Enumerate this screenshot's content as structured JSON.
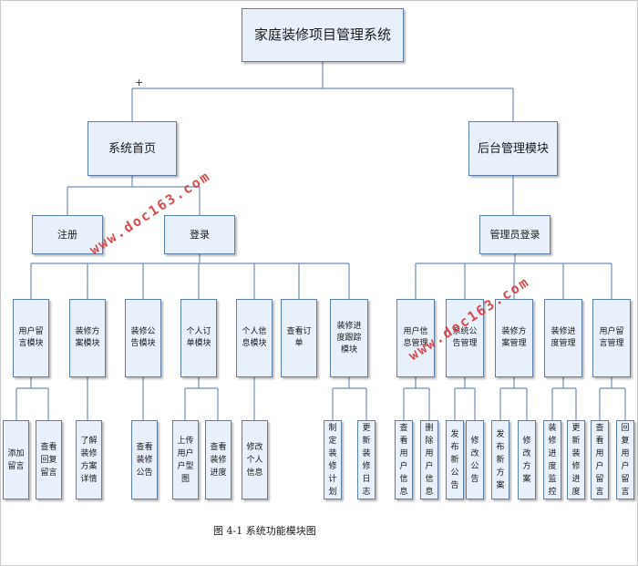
{
  "title": "家庭装修项目管理系统",
  "caption": "图 4-1  系统功能模块图",
  "watermark": "www.doc163.com",
  "marker": "+",
  "nodes": {
    "root": "家庭装修项目管理系统",
    "home": "系统首页",
    "backend": "后台管理模块",
    "register": "注册",
    "login": "登录",
    "admin_login": "管理员登录",
    "user_message": "用户留言模块",
    "design_plan": "装修方案模块",
    "decor_notice": "装修公告模块",
    "personal_order": "个人订单模块",
    "personal_info": "个人信息模块",
    "view_order": "查看订单",
    "progress_track": "装修进度跟踪模块",
    "user_info_mgmt": "用户信息管理",
    "sys_notice_mgmt": "系统公告管理",
    "design_plan_mgmt": "装修方案管理",
    "progress_mgmt": "装修进度管理",
    "user_message_mgmt": "用户留言管理",
    "add_message": "添加留言",
    "view_reply": "查看回复留言",
    "learn_plan": "了解装修方案详情",
    "view_notice": "查看装修公告",
    "upload_floorplan": "上传用户户型图",
    "view_progress": "查看装修进度",
    "edit_info": "修改个人信息",
    "make_plan": "制定装修计划",
    "update_log": "更新装修日志",
    "view_user_info": "查看用户信息",
    "delete_user_info": "删除用户信息",
    "publish_notice": "发布新公告",
    "edit_notice": "修改公告",
    "publish_plan": "发布新方案",
    "edit_plan": "修改方案",
    "monitor_progress": "装修进度监控",
    "update_progress": "更新装修进度",
    "view_user_message": "查看用户留言",
    "reply_user_message": "回复用户留言"
  }
}
